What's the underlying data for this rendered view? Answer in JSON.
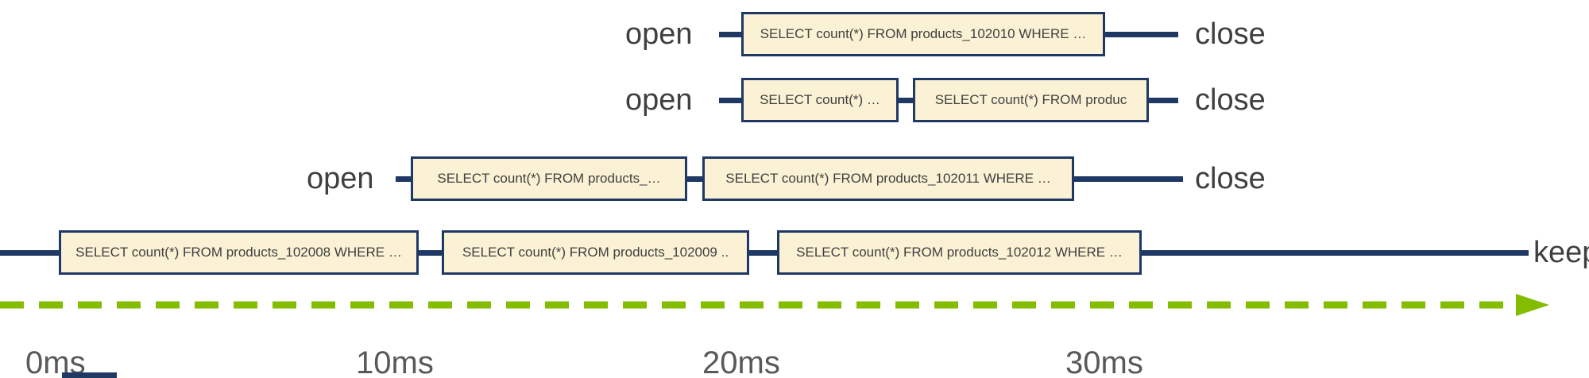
{
  "colors": {
    "box_fill": "#fbf1d4",
    "box_border": "#1f3864",
    "connection_line": "#1f3864",
    "arrow_green": "#84bd00",
    "label_text": "#404040",
    "tick_text": "#595959"
  },
  "rows": [
    {
      "left_label": "open",
      "right_label": "close",
      "boxes": [
        "SELECT count(*) FROM products_102010 WHERE …"
      ]
    },
    {
      "left_label": "open",
      "right_label": "close",
      "boxes": [
        "SELECT count(*) …",
        "SELECT count(*) FROM  produc"
      ]
    },
    {
      "left_label": "open",
      "right_label": "close",
      "boxes": [
        "SELECT count(*) FROM products_…",
        "SELECT count(*) FROM products_102011 WHERE …"
      ]
    },
    {
      "left_label": "",
      "right_label": "keep",
      "boxes": [
        "SELECT count(*) FROM products_102008 WHERE …",
        "SELECT count(*) FROM products_102009 ..",
        "SELECT count(*) FROM products_102012 WHERE …"
      ]
    }
  ],
  "axis": {
    "ticks": [
      "0ms",
      "10ms",
      "20ms",
      "30ms"
    ]
  }
}
